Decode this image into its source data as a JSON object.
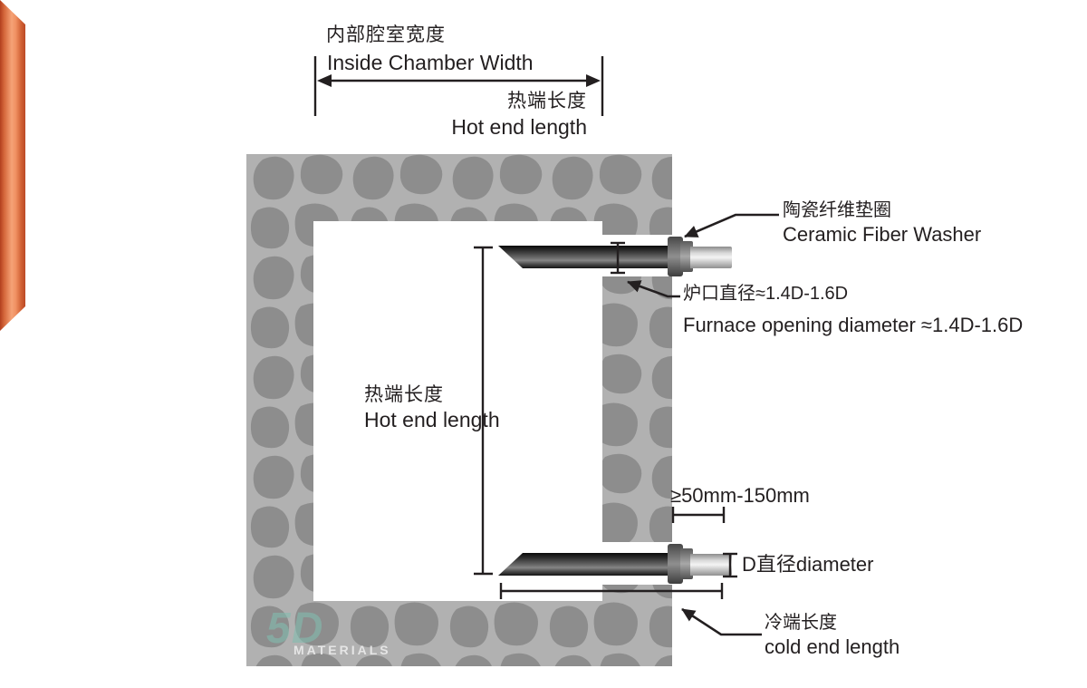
{
  "annotations": {
    "chamber_width": {
      "cn": "内部腔室宽度",
      "en": "Inside Chamber Width"
    },
    "hot_end_top": {
      "cn": "热端长度",
      "en": "Hot end length"
    },
    "ceramic_washer": {
      "cn": "陶瓷纤维垫圈",
      "en": "Ceramic Fiber Washer"
    },
    "furnace_opening": {
      "cn": "炉口直径≈1.4D-1.6D",
      "en": "Furnace opening diameter ≈1.4D-1.6D"
    },
    "hot_end_side": {
      "cn": "热端长度",
      "en": "Hot end length"
    },
    "cold_end_gap": {
      "value": "≥50mm-150mm"
    },
    "diameter": {
      "value": "D直径diameter"
    },
    "cold_end": {
      "cn": "冷端长度",
      "en": "cold end length"
    }
  },
  "watermark": {
    "brand": "5D",
    "name": "MATERIALS"
  },
  "colors": {
    "hot_zone_orange": "#f09163",
    "cold_rod_dark": "#2e2e2e",
    "wall_stone": "#8d8d8d",
    "wall_mortar": "#b1b1b1",
    "annotation_ink": "#231f20",
    "watermark_teal": "#82bcaf"
  }
}
